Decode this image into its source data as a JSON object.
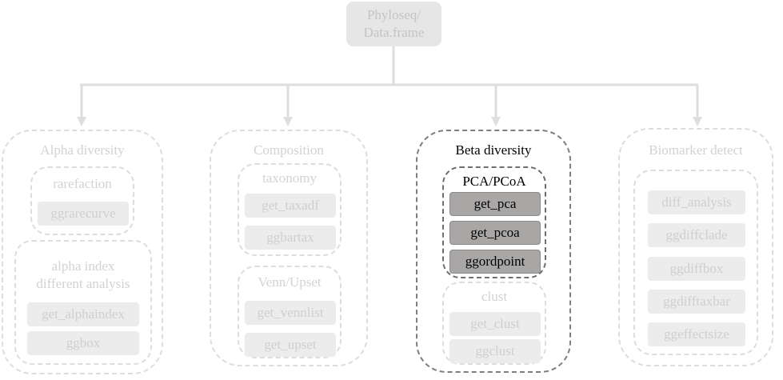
{
  "root": {
    "line1": "Phyloseq/",
    "line2": "Data.frame"
  },
  "panels": [
    {
      "title": "Alpha diversity",
      "groups": [
        {
          "title": "rarefaction",
          "functions": [
            "ggrarecurve"
          ]
        },
        {
          "title_line1": "alpha index",
          "title_line2": "different analysis",
          "functions": [
            "get_alphaindex",
            "ggbox"
          ]
        }
      ]
    },
    {
      "title": "Composition",
      "groups": [
        {
          "title": "taxonomy",
          "functions": [
            "get_taxadf",
            "ggbartax"
          ]
        },
        {
          "title": "Venn/Upset",
          "functions": [
            "get_vennlist",
            "get_upset"
          ]
        }
      ]
    },
    {
      "title": "Beta diversity",
      "groups": [
        {
          "title": "PCA/PCoA",
          "functions": [
            "get_pca",
            "get_pcoa",
            "ggordpoint"
          ]
        },
        {
          "title": "clust",
          "functions": [
            "get_clust",
            "ggclust"
          ]
        }
      ]
    },
    {
      "title": "Biomarker detect",
      "groups": [
        {
          "title": "",
          "functions": [
            "diff_analysis",
            "ggdiffclade",
            "ggdiffbox",
            "ggdifftaxbar",
            "ggeffectsize"
          ]
        }
      ]
    }
  ],
  "colors": {
    "faded_text": "#d2d2d2",
    "faded_border": "#dddddd",
    "faded_fill": "#ececec",
    "active_border": "#7f7f7f",
    "active_fill": "#a9a6a6",
    "active_text": "#000000",
    "connector": "#dedede"
  }
}
